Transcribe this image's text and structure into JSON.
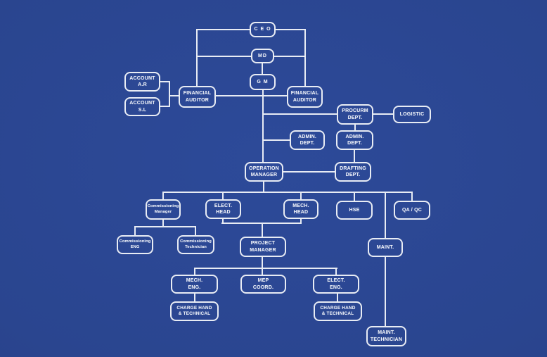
{
  "colors": {
    "background": "#2a458f",
    "box_border": "#e8ecf4",
    "connector": "#e8ecf4",
    "text": "#eef1f8"
  },
  "nodes": {
    "ceo": {
      "label": "C E O"
    },
    "md": {
      "label": "MD"
    },
    "gm": {
      "label": "G M"
    },
    "account_ar": {
      "label": "ACCOUNT\nA.R"
    },
    "account_sl": {
      "label": "ACCOUNT\nS.L"
    },
    "financial_auditor_left": {
      "label": "FINANCIAL\nAUDITOR"
    },
    "financial_auditor_right": {
      "label": "FINANCIAL\nAUDITOR"
    },
    "procurm_dept": {
      "label": "PROCURM\nDEPT."
    },
    "logistic": {
      "label": "LOGISTIC"
    },
    "admin_dept_left": {
      "label": "ADMIN.\nDEPT."
    },
    "admin_dept_right": {
      "label": "ADMIN.\nDEPT."
    },
    "operation_manager": {
      "label": "OPERATION\nMANAGER"
    },
    "drafting_dept": {
      "label": "DRAFTING\nDEPT."
    },
    "commissioning_manager": {
      "label": "Commissioning\nManager"
    },
    "elect_head": {
      "label": "ELECT.\nHEAD"
    },
    "mech_head": {
      "label": "MECH.\nHEAD"
    },
    "hse": {
      "label": "HSE"
    },
    "qa_qc": {
      "label": "QA / QC"
    },
    "commissioning_eng": {
      "label": "Commissioning\nENG"
    },
    "commissioning_technician": {
      "label": "Commissioning\nTechnician"
    },
    "project_manager": {
      "label": "PROJECT\nMANAGER"
    },
    "maint": {
      "label": "MAINT."
    },
    "mech_eng": {
      "label": "MECH.\nENG."
    },
    "mep_coord": {
      "label": "MEP\nCOORD."
    },
    "elect_eng": {
      "label": "ELECT.\nENG."
    },
    "charge_hand_mech": {
      "label": "CHARGE HAND\n& TECHNICAL"
    },
    "charge_hand_elect": {
      "label": "CHARGE HAND\n& TECHNICAL"
    },
    "maint_technician": {
      "label": "MAINT.\nTECHNICIAN"
    }
  },
  "edges": [
    [
      "ceo",
      "md"
    ],
    [
      "md",
      "gm"
    ],
    [
      "ceo",
      "financial_auditor_left"
    ],
    [
      "ceo",
      "financial_auditor_right"
    ],
    [
      "account_ar",
      "financial_auditor_left"
    ],
    [
      "account_sl",
      "financial_auditor_left"
    ],
    [
      "financial_auditor_left",
      "financial_auditor_right"
    ],
    [
      "gm",
      "operation_manager"
    ],
    [
      "gm",
      "procurm_dept"
    ],
    [
      "procurm_dept",
      "logistic"
    ],
    [
      "procurm_dept",
      "admin_dept_right"
    ],
    [
      "gm",
      "admin_dept_left"
    ],
    [
      "admin_dept_right",
      "drafting_dept"
    ],
    [
      "operation_manager",
      "drafting_dept"
    ],
    [
      "operation_manager",
      "commissioning_manager"
    ],
    [
      "operation_manager",
      "elect_head"
    ],
    [
      "operation_manager",
      "mech_head"
    ],
    [
      "operation_manager",
      "hse"
    ],
    [
      "operation_manager",
      "qa_qc"
    ],
    [
      "operation_manager",
      "maint"
    ],
    [
      "commissioning_manager",
      "commissioning_eng"
    ],
    [
      "commissioning_manager",
      "commissioning_technician"
    ],
    [
      "elect_head",
      "project_manager"
    ],
    [
      "mech_head",
      "project_manager"
    ],
    [
      "project_manager",
      "mech_eng"
    ],
    [
      "project_manager",
      "mep_coord"
    ],
    [
      "project_manager",
      "elect_eng"
    ],
    [
      "mech_eng",
      "charge_hand_mech"
    ],
    [
      "elect_eng",
      "charge_hand_elect"
    ],
    [
      "maint",
      "maint_technician"
    ]
  ]
}
